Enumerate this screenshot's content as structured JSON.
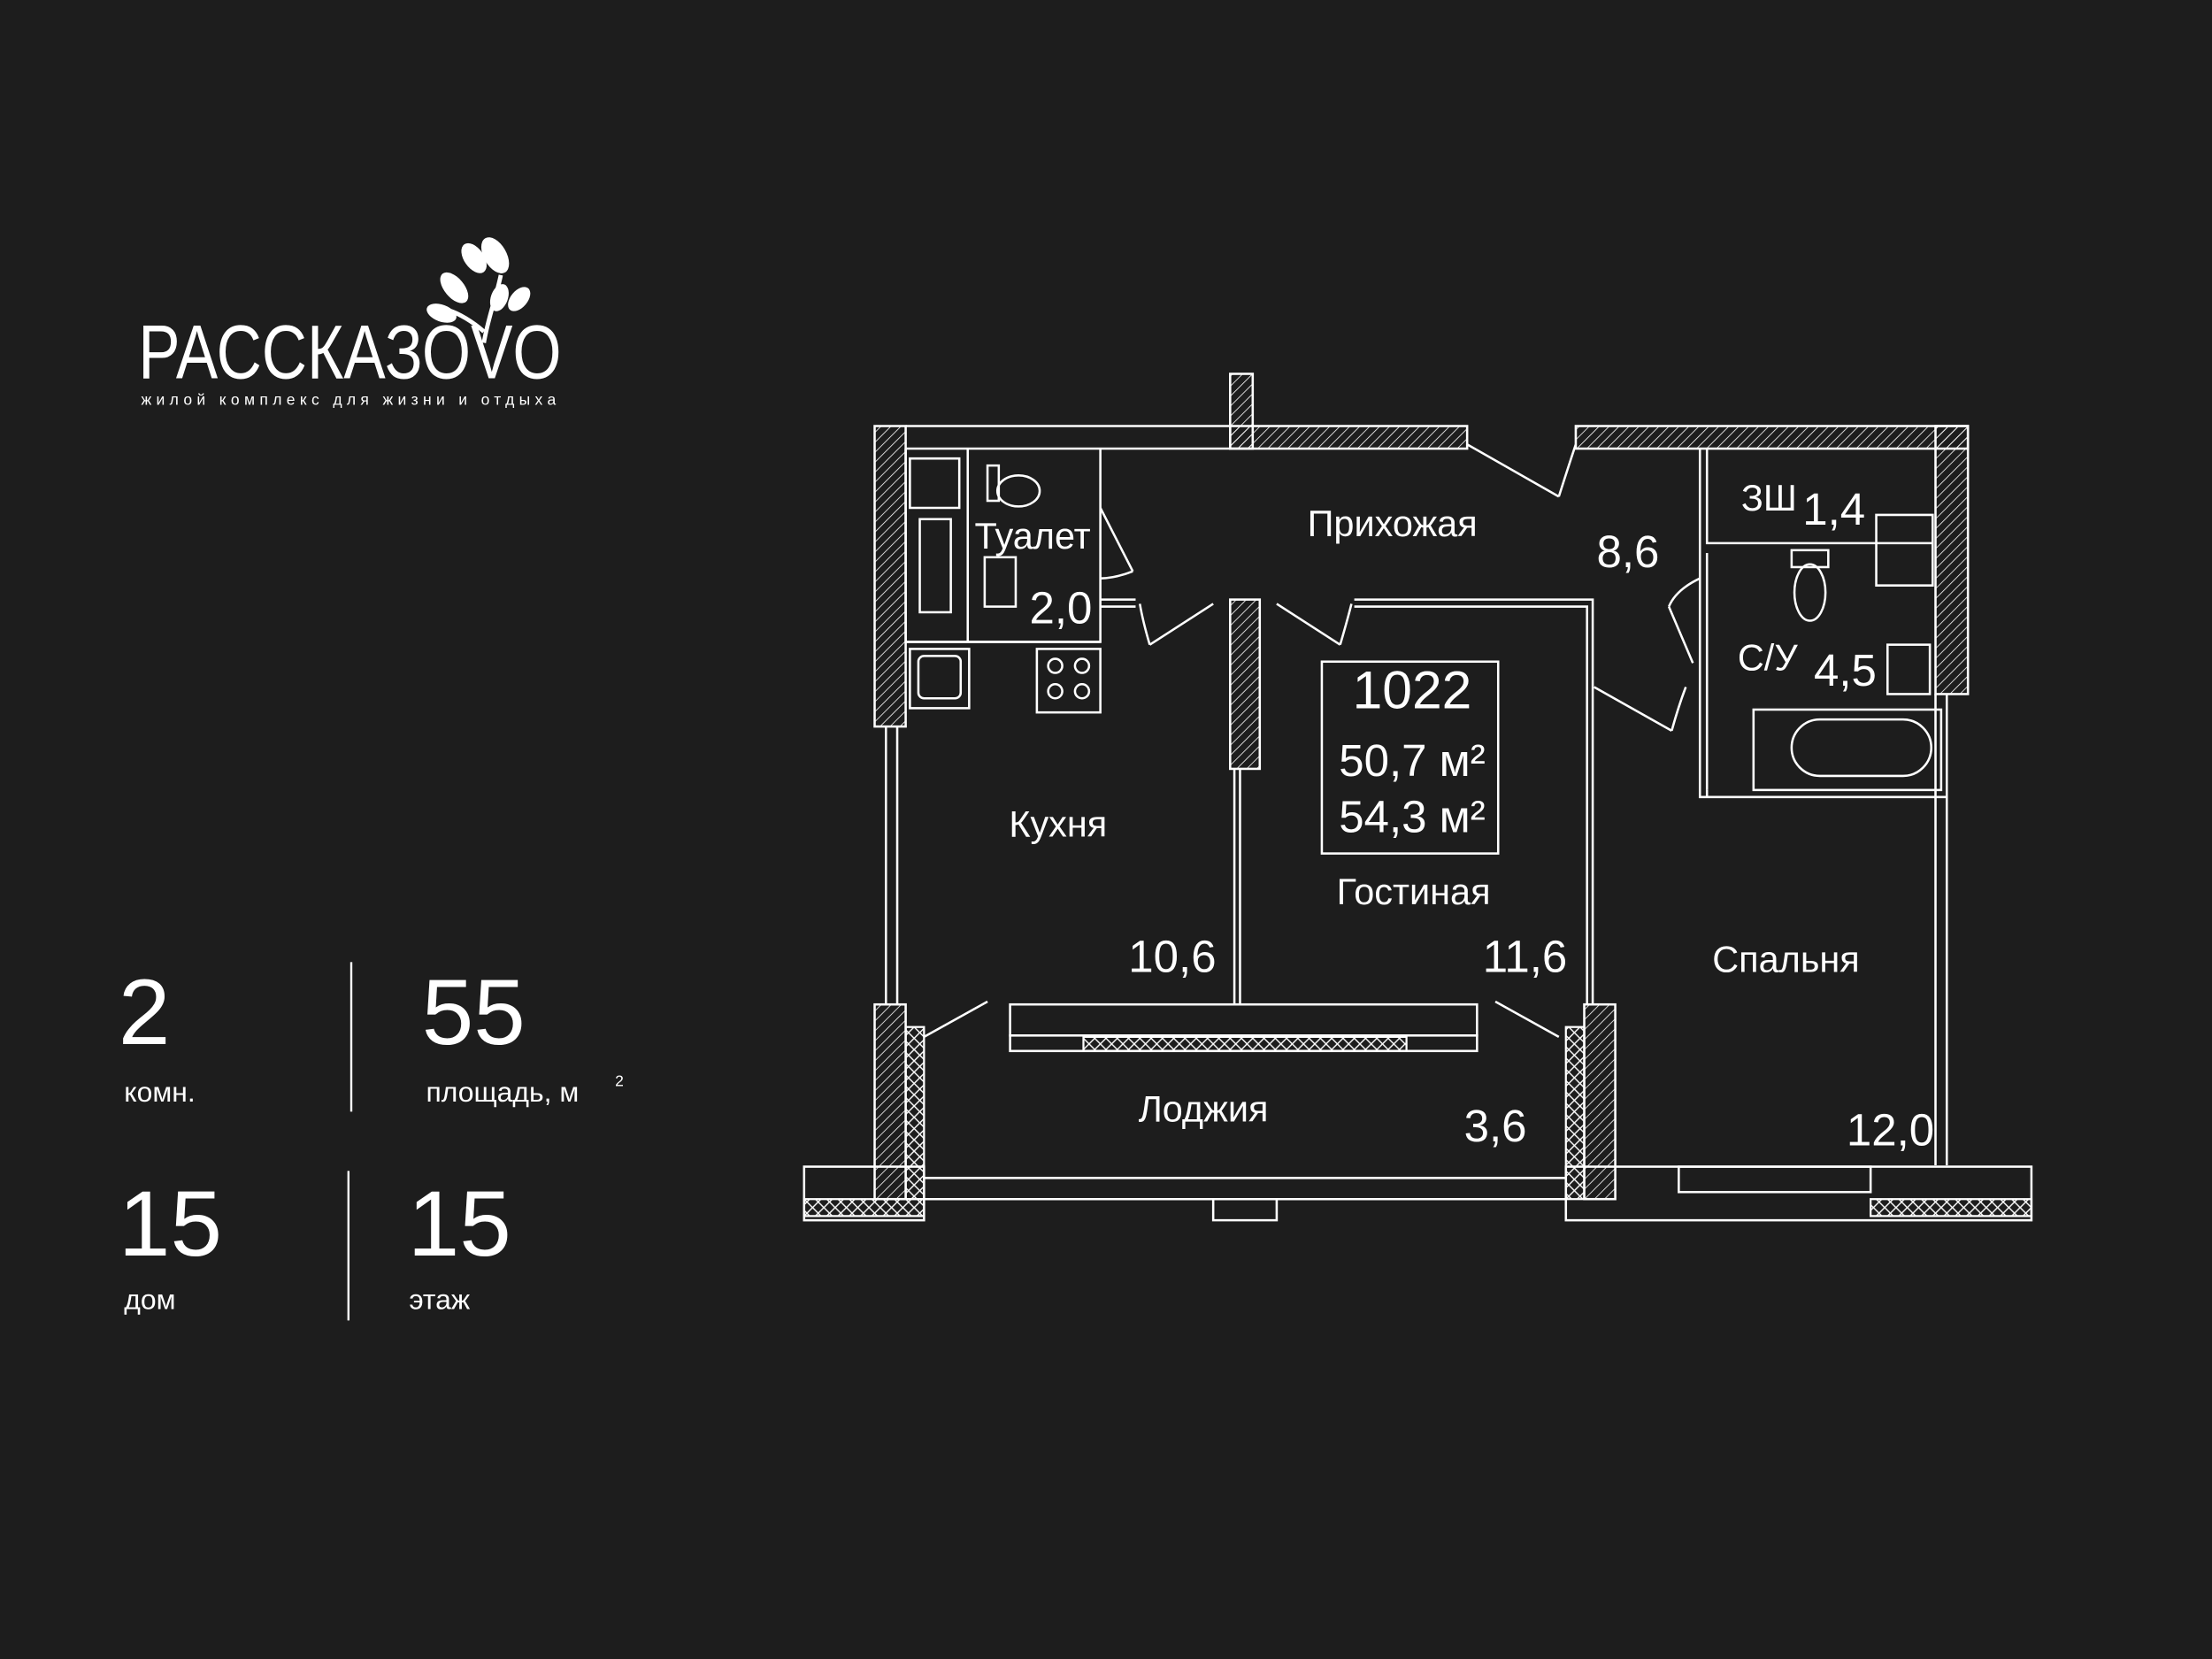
{
  "brand": {
    "name": "РАССКАЗОVO",
    "tagline": "жилой комплекс для жизни и отдыха"
  },
  "stats": {
    "rooms": {
      "value": "2",
      "label": "комн."
    },
    "area": {
      "value": "55",
      "label": "площадь, м",
      "unit_sup": "2"
    },
    "building": {
      "value": "15",
      "label": "дом"
    },
    "floor": {
      "value": "15",
      "label": "этаж"
    }
  },
  "plan": {
    "apartment_number": "1022",
    "living_area": "50,7 м²",
    "total_area": "54,3 м²",
    "rooms": {
      "hall": {
        "name": "Прихожая",
        "area": "8,6"
      },
      "toilet": {
        "name": "Туалет",
        "area": "2,0"
      },
      "wardrobe": {
        "name": "ЗШ",
        "area": "1,4"
      },
      "bathroom": {
        "name": "С/У",
        "area": "4,5"
      },
      "kitchen": {
        "name": "Кухня",
        "area": "10,6"
      },
      "living": {
        "name": "Гостиная",
        "area": "11,6"
      },
      "bedroom": {
        "name": "Спальня",
        "area": "12,0"
      },
      "loggia": {
        "name": "Лоджия",
        "area": "3,6"
      }
    }
  },
  "colors": {
    "background": "#1d1d1d",
    "foreground": "#ffffff"
  }
}
